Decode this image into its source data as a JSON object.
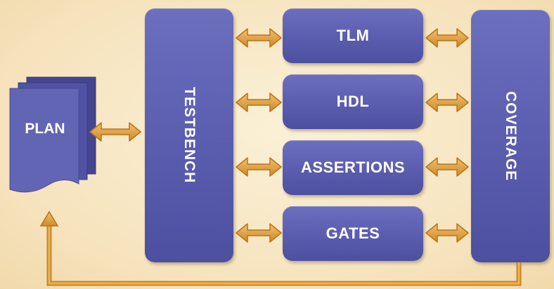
{
  "blocks": {
    "plan": "PLAN",
    "testbench": "TESTBENCH",
    "tlm": "TLM",
    "hdl": "HDL",
    "assertions": "ASSERTIONS",
    "gates": "GATES",
    "coverage": "COVERAGE"
  },
  "colors": {
    "block": "#5a5cae",
    "arrow": "#e0a84a",
    "arrow_dark": "#c07e1e",
    "background": "#f7e6c4"
  }
}
